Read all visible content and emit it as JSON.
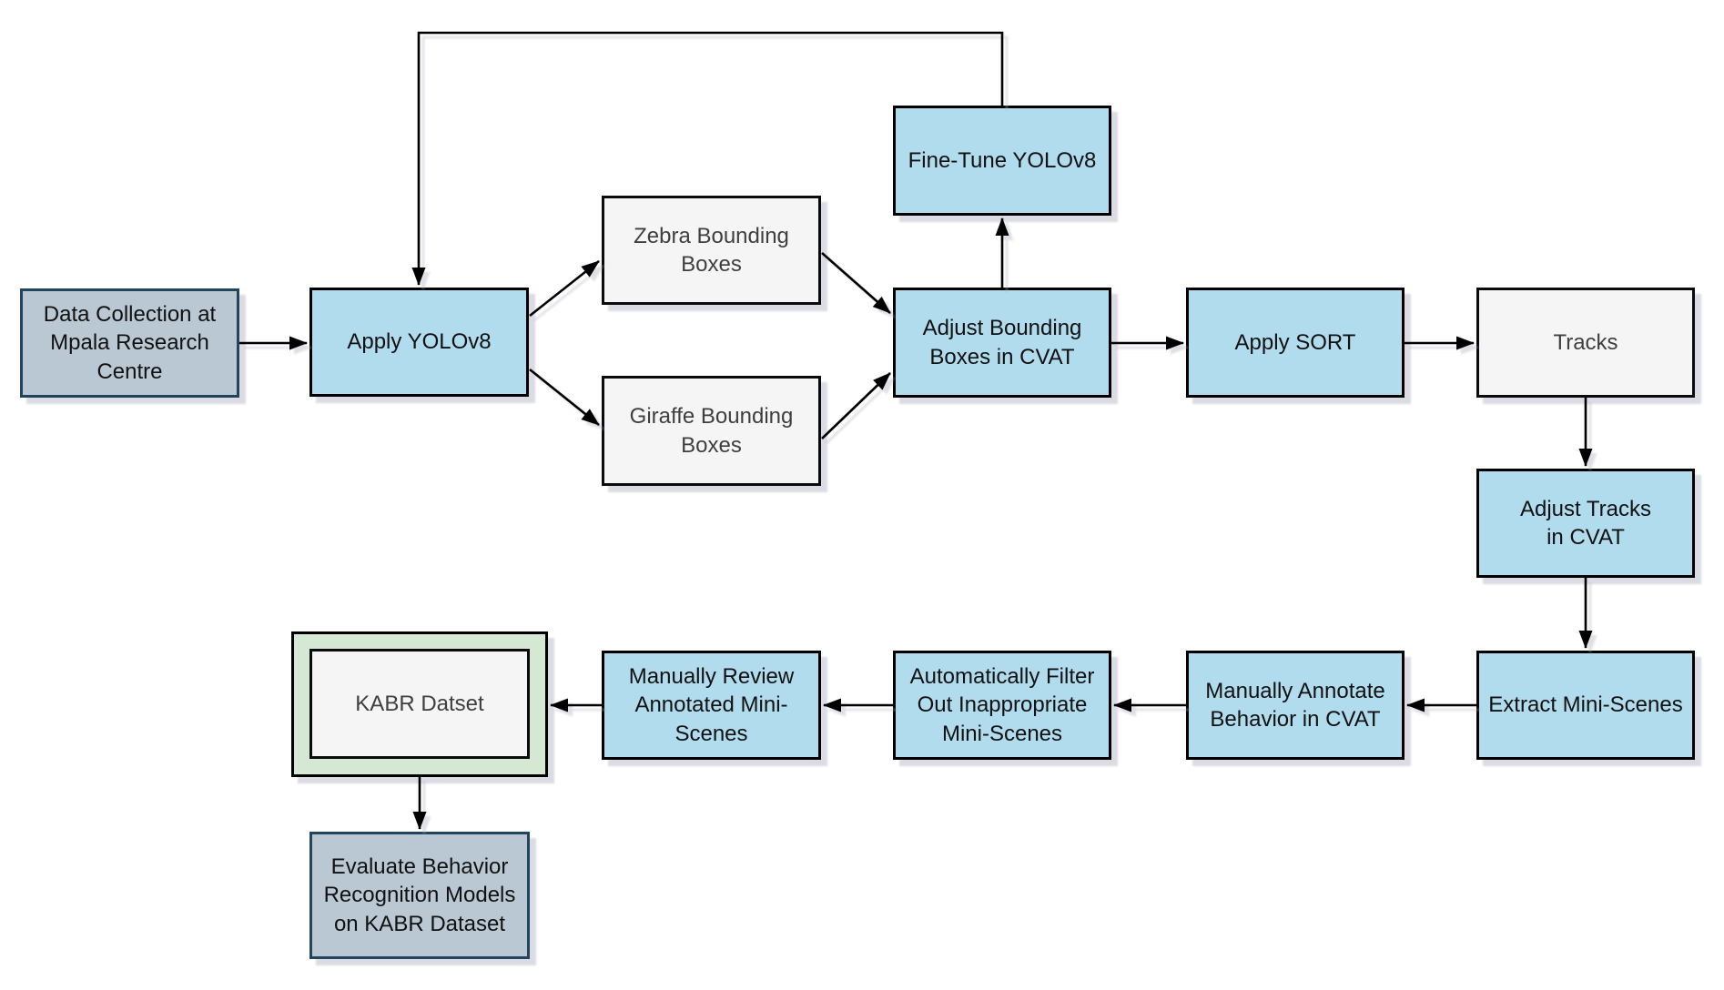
{
  "colors": {
    "background": "#ffffff",
    "process_fill": "#b0dcee",
    "process_stroke": "#000000",
    "process_text": "#111111",
    "artifact_fill": "#f5f5f5",
    "artifact_stroke": "#0b0b0b",
    "artifact_text": "#3f3f3f",
    "endpoint_fill": "#bac8d3",
    "endpoint_stroke": "#23445d",
    "endpoint_text": "#111111",
    "dataset_fill": "#d5e8d4",
    "dataset_stroke": "#000000",
    "arrow_color": "#000000"
  },
  "nodes": {
    "data_collection": {
      "label": "Data Collection at\nMpala Research\nCentre",
      "type": "endpoint"
    },
    "apply_yolov8": {
      "label": "Apply YOLOv8",
      "type": "process"
    },
    "zebra_boxes": {
      "label": "Zebra Bounding\nBoxes",
      "type": "artifact"
    },
    "giraffe_boxes": {
      "label": "Giraffe Bounding\nBoxes",
      "type": "artifact"
    },
    "fine_tune_yolov8": {
      "label": "Fine-Tune YOLOv8",
      "type": "process"
    },
    "adjust_bounding_boxes": {
      "label": "Adjust Bounding\nBoxes in CVAT",
      "type": "process"
    },
    "apply_sort": {
      "label": "Apply SORT",
      "type": "process"
    },
    "tracks": {
      "label": "Tracks",
      "type": "artifact"
    },
    "adjust_tracks": {
      "label": "Adjust Tracks\nin CVAT",
      "type": "process"
    },
    "extract_mini_scenes": {
      "label": "Extract Mini-Scenes",
      "type": "process"
    },
    "manually_annotate": {
      "label": "Manually Annotate\nBehavior in CVAT",
      "type": "process"
    },
    "auto_filter": {
      "label": "Automatically Filter\nOut Inappropriate\nMini-Scenes",
      "type": "process"
    },
    "manually_review": {
      "label": "Manually Review\nAnnotated Mini-\nScenes",
      "type": "process"
    },
    "kabr_dataset": {
      "label": "KABR Datset",
      "type": "artifact-in-dataset-frame"
    },
    "evaluate": {
      "label": "Evaluate Behavior\nRecognition Models\non KABR Dataset",
      "type": "endpoint"
    }
  },
  "edges": [
    {
      "from": "data_collection",
      "to": "apply_yolov8"
    },
    {
      "from": "apply_yolov8",
      "to": "zebra_boxes"
    },
    {
      "from": "apply_yolov8",
      "to": "giraffe_boxes"
    },
    {
      "from": "zebra_boxes",
      "to": "adjust_bounding_boxes"
    },
    {
      "from": "giraffe_boxes",
      "to": "adjust_bounding_boxes"
    },
    {
      "from": "adjust_bounding_boxes",
      "to": "fine_tune_yolov8"
    },
    {
      "from": "fine_tune_yolov8",
      "to": "apply_yolov8"
    },
    {
      "from": "adjust_bounding_boxes",
      "to": "apply_sort"
    },
    {
      "from": "apply_sort",
      "to": "tracks"
    },
    {
      "from": "tracks",
      "to": "adjust_tracks"
    },
    {
      "from": "adjust_tracks",
      "to": "extract_mini_scenes"
    },
    {
      "from": "extract_mini_scenes",
      "to": "manually_annotate"
    },
    {
      "from": "manually_annotate",
      "to": "auto_filter"
    },
    {
      "from": "auto_filter",
      "to": "manually_review"
    },
    {
      "from": "manually_review",
      "to": "kabr_dataset"
    },
    {
      "from": "kabr_dataset",
      "to": "evaluate"
    }
  ]
}
